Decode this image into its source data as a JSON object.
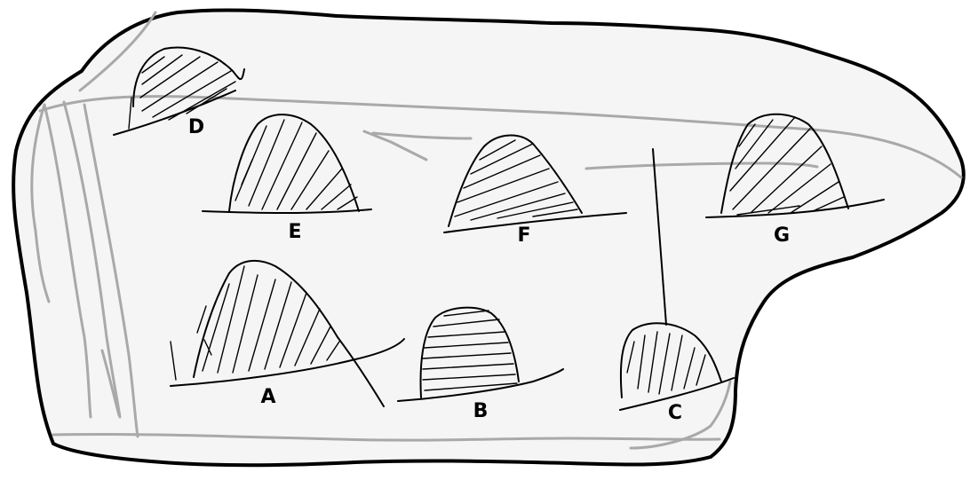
{
  "figure": {
    "colors": {
      "outline": "#000000",
      "cracks": "#a9a9a9",
      "surface": "#f5f5f5"
    },
    "labels": {
      "A": "A",
      "B": "B",
      "C": "C",
      "D": "D",
      "E": "E",
      "F": "F",
      "G": "G"
    }
  }
}
